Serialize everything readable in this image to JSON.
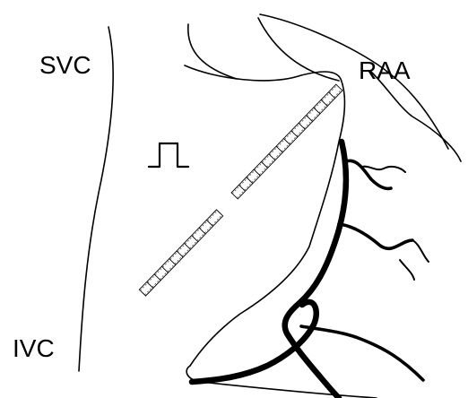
{
  "labels": {
    "svc": "SVC",
    "ivc": "IVC",
    "raa": "RAA"
  },
  "colors": {
    "line": "#000000",
    "background": "#ffffff"
  },
  "icons": {
    "pulse": "square-pulse-icon"
  }
}
